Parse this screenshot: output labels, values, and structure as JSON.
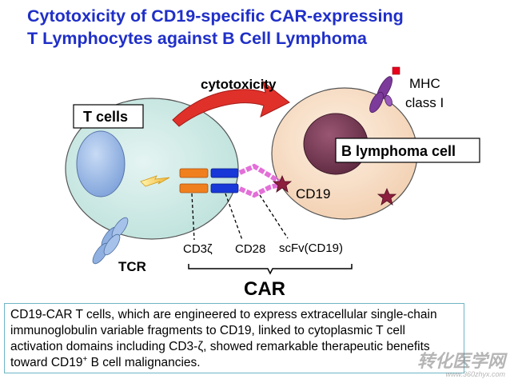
{
  "title": "Cytotoxicity of CD19-specific CAR-expressing\nT Lymphocytes against B Cell Lymphoma",
  "labels": {
    "cytotoxicity": "cytotoxicity",
    "t_cells": "T cells",
    "mhc": "MHC",
    "class_i": "class I",
    "b_lymphoma_cell": "B lymphoma cell",
    "cd19": "CD19",
    "cd3z": "CD3ζ",
    "cd28": "CD28",
    "scfv": "scFv(CD19)",
    "tcr": "TCR",
    "car": "CAR"
  },
  "caption": {
    "main": "CD19-CAR T cells, which are engineered to express extracellular single-chain immunoglobulin variable fragments to CD19, linked to cytoplasmic T cell activation domains including CD3-ζ, showed remarkable therapeutic benefits toward CD19",
    "superscript": "+",
    "tail": " B cell malignancies."
  },
  "watermark": {
    "text": "转化医学网",
    "url": "www.360zhyx.com"
  },
  "colors": {
    "title": "#1f2fc8",
    "t_cell_fill": "#cfeae6",
    "t_nucleus": "#9db8e6",
    "b_cell_fill": "#fbe3cc",
    "b_nucleus": "#7a3b53",
    "arrow": "#e0302a",
    "cd3z_domain": "#f07f1e",
    "cd28_domain": "#1838d8",
    "scfv_domain": "#e36fd8",
    "cd19_star": "#8d1e3e",
    "mhc": "#7c3a9a",
    "mhc_peptide": "#e8001c",
    "tcr": "#8fb0e0"
  }
}
